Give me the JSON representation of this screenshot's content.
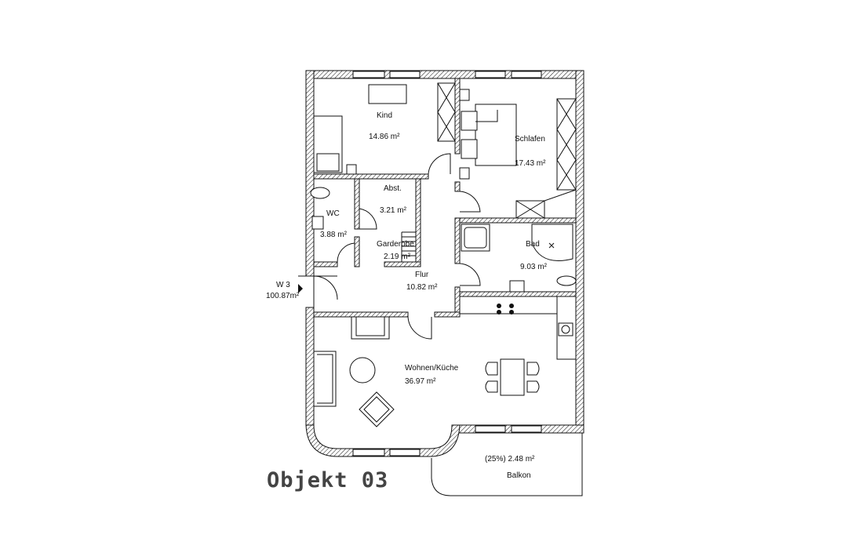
{
  "title": "Objekt 03",
  "unit": {
    "name": "W 3",
    "area": "100.87m²"
  },
  "rooms": [
    {
      "name": "Kind",
      "area": "14.86 m²"
    },
    {
      "name": "Schlafen",
      "area": "17.43 m²"
    },
    {
      "name": "Abst.",
      "area": "3.21 m²"
    },
    {
      "name": "WC",
      "area": "3.88 m²"
    },
    {
      "name": "Garderobe",
      "area": "2.19 m²"
    },
    {
      "name": "Bad",
      "area": "9.03 m²"
    },
    {
      "name": "Flur",
      "area": "10.82 m²"
    },
    {
      "name": "Wohnen/Küche",
      "area": "36.97 m²"
    },
    {
      "name": "Balkon",
      "area": "(25%) 2.48 m²"
    }
  ]
}
